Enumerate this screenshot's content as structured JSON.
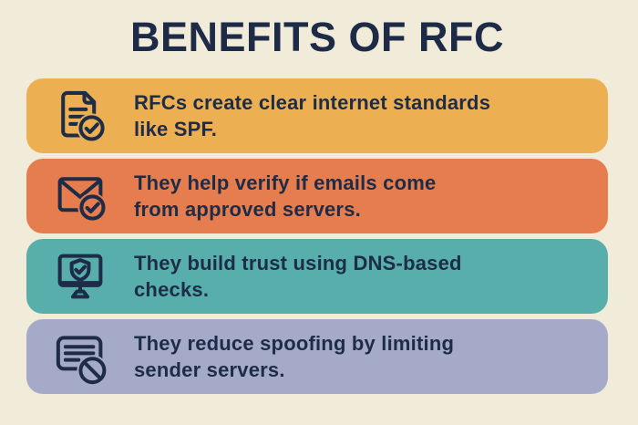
{
  "page": {
    "background_color": "#f1ebd9",
    "text_color": "#1e2c48"
  },
  "title": "BENEFITS OF RFC",
  "rows": [
    {
      "icon": "document-check-icon",
      "color": "#ecaf52",
      "lines": [
        "RFCs create clear internet standards",
        "like SPF."
      ],
      "text": "RFCs create clear internet standards like SPF."
    },
    {
      "icon": "envelope-check-icon",
      "color": "#e67d4e",
      "lines": [
        "They help verify if emails come",
        "from approved servers."
      ],
      "text": "They help verify if emails come from approved servers."
    },
    {
      "icon": "monitor-shield-icon",
      "color": "#57aeab",
      "lines": [
        "They build trust using DNS-based",
        "checks."
      ],
      "text": "They build trust using DNS-based checks."
    },
    {
      "icon": "card-block-icon",
      "color": "#a5aac8",
      "lines": [
        "They reduce spoofing by limiting",
        "sender servers."
      ],
      "text": "They reduce spoofing by limiting sender servers."
    }
  ]
}
